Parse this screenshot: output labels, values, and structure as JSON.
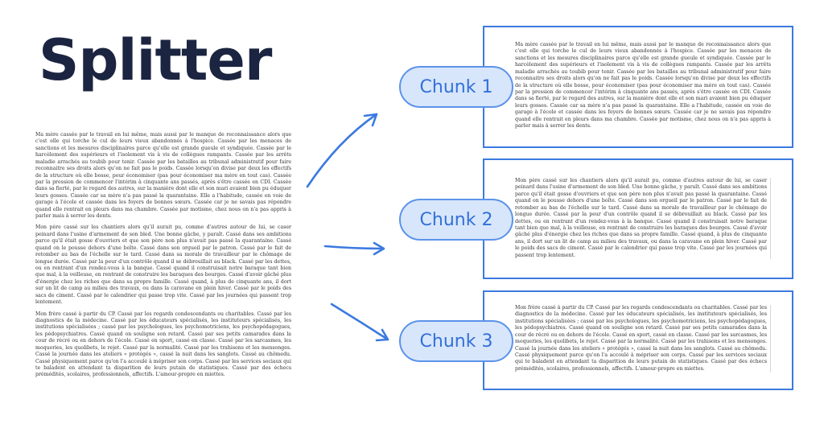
{
  "title": "Splitter",
  "paragraphs": [
    "Ma mère cassée par le travail en lui même, mais aussi par le manque de reconnaissance alors que c'est elle qui torche le cul de leurs vieux abandonnés à l'hospice. Cassée par les menaces de sanctions et les mesures disciplinaires parce qu'elle est grande gueule et syndiquée. Cassée par le harcèlement des supérieurs et l'isolement vis à vis de collègues rampants. Cassée par les arrêts maladie arrachés au toubib pour tenir. Cassée par les batailles au tribunal administratif pour faire reconnaitre ses droits alors qu'on ne fait pas le poids. Cassée lorsqu'on divise par deux les effectifs de la structure où elle bosse, pour économiser (pas pour économiser ma mère en tout cas). Cassée par la pression de commencer l'intérim à cinquante ans passés, après s'être cassée en CDI. Cassée dans sa fierté, par le regard des autres, sur la manière dont elle et son mari avaient bien pu éduquer leurs gosses. Cassée car sa mère n'a pas passé la quarantaine. Elle a l'habitude, cassée en voie de garage à l'école et cassée dans les foyers de bonnes sœurs. Cassée car je ne savais pas répondre quand elle rentrait en pleurs dans ma chambre. Cassée par motisme, chez nous on n'a pas appris à parler mais à serrer les dents.",
    "Mon père cassé sur les chantiers alors qu'il aurait pu, comme d'autres autour de lui, se caser peinard dans l'usine d'armement de son bled. Une bonne gâche, y paraît. Cassé dans ses ambitions parce qu'il était gosse d'ouvriers et que son père non plus n'avait pas passé la quarantaine. Cassé quand on le pousse dehors d'une boîte. Cassé dans son orgueil par le patron. Cassé par le fait de retomber au bas de l'échelle sur le tard. Cassé dans sa morale de travailleur par le chômage de longue durée. Cassé par la peur d'un contrôle quand il se débrouillait au black. Cassé par les dettes, ou en rentrant d'un rendez-vous à la banque. Cassé quand il construisait notre baraque tant bien que mal, à la veilleuse, en rentrant de construire les baraques des bourges. Cassé d'avoir gâché plus d'énergie chez les riches que dans sa propre famille. Cassé quand, à plus de cinquante ans, il dort sur un lit de camp au milieu des travaux, ou dans la caravane en plein hiver. Cassé par le poids des sacs de ciment. Cassé par le calendrier qui passe trop vite. Cassé par les journées qui passent trop lentement.",
    "Mon frère cassé à partir du CP. Cassé par les regards condescendants ou charitables. Cassé par les diagnostics de la médecine. Cassé par les éducateurs spécialisés, les instituteurs spécialisés, les institutions spécialisées ; cassé par les psychologues, les psychomotriciens, les psychopédagogues, les pédopsychiatres. Cassé quand on souligne son retard. Cassé par ses petits camarades dans la cour de récré ou en dehors de l'école. Cassé en sport, cassé en classe. Cassé par les sarcasmes, les moqueries, les quolibets, le rejet. Cassé par la normalité. Cassé par les trahisons et les mensonges. Cassé la journée dans les ateliers « protégés », cassé la nuit dans les sanglots. Cassé au chômedu. Cassé physiquement parce qu'on l'a accoulé à mépriser son corps. Cassé par les services sociaux qui te baladent en attendant ta disparition de leurs putain de statistiques. Cassé par des échecs prémédités, scolaires, professionnels, affectifs. L'amour-propre en miettes."
  ],
  "chunks": [
    {
      "label": "Chunk 1"
    },
    {
      "label": "Chunk 2"
    },
    {
      "label": "Chunk 3"
    }
  ],
  "colors": {
    "accent": "#3b7ae0",
    "pill_fill": "#d8e6fb",
    "title": "#1b2440"
  }
}
